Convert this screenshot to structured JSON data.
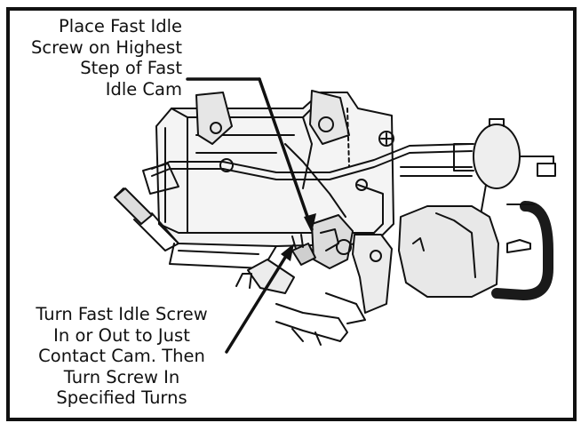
{
  "diagram": {
    "callouts": [
      {
        "id": "fast-idle-screw-placement",
        "lines": [
          "Place Fast Idle",
          "Screw on Highest",
          "Step of Fast",
          "Idle Cam"
        ]
      },
      {
        "id": "fast-idle-screw-adjustment",
        "lines": [
          "Turn Fast Idle Screw",
          "In or Out to Just",
          "Contact Cam. Then",
          "Turn Screw In",
          "Specified Turns"
        ]
      }
    ],
    "colors": {
      "ink": "#111111",
      "paper": "#ffffff"
    }
  }
}
